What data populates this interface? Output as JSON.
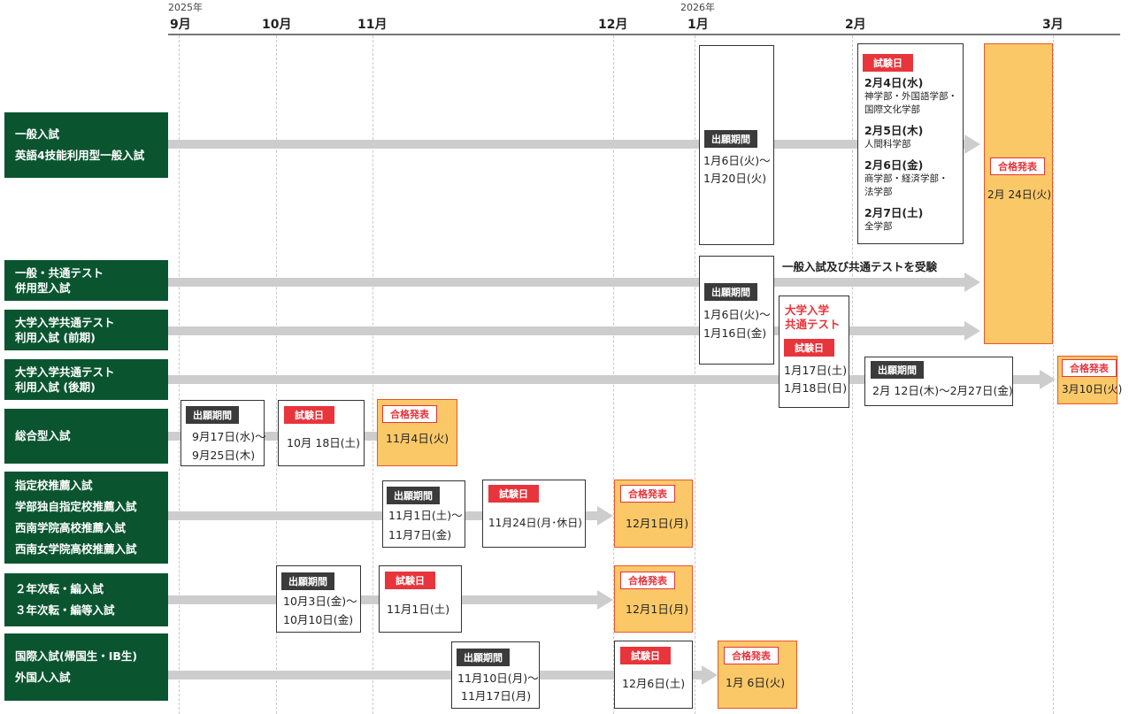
{
  "timeline": {
    "year_2025": "2025年",
    "year_2026": "2026年",
    "months": [
      "9月",
      "10月",
      "11月",
      "12月",
      "1月",
      "2月",
      "3月"
    ]
  },
  "rows": [
    {
      "lines": [
        "一般入試",
        "英語4技能利用型一般入試"
      ]
    },
    {
      "lines": [
        "一般・共通テスト",
        "併用型入試"
      ]
    },
    {
      "lines": [
        "大学入学共通テスト",
        "利用入試 (前期)"
      ]
    },
    {
      "lines": [
        "大学入学共通テスト",
        "利用入試 (後期)"
      ]
    },
    {
      "lines": [
        "総合型入試"
      ]
    },
    {
      "lines": [
        "指定校推薦入試",
        "学部独自指定校推薦入試",
        "西南学院高校推薦入試",
        "西南女学院高校推薦入試"
      ]
    },
    {
      "lines": [
        "２年次転・編入試",
        "３年次転・編等入試"
      ]
    },
    {
      "lines": [
        "国際入試(帰国生・IB生)",
        "外国人入試"
      ]
    }
  ],
  "labels": {
    "application_period": "出願期間",
    "exam_day": "試験日",
    "result": "合格発表"
  },
  "general": {
    "application": [
      "1月6日(火)〜",
      "1月20日(火)"
    ],
    "exams": [
      {
        "date": "2月4日(水)",
        "faculties": [
          "神学部・外国語学部・",
          "国際文化学部"
        ]
      },
      {
        "date": "2月5日(木)",
        "faculties": [
          "人間科学部"
        ]
      },
      {
        "date": "2月6日(金)",
        "faculties": [
          "商学部・経済学部・",
          "法学部"
        ]
      },
      {
        "date": "2月7日(土)",
        "faculties": [
          "全学部"
        ]
      }
    ],
    "result": "2月 24日(火)"
  },
  "combined_note": "一般入試及び共通テストを受験",
  "common_test_early": {
    "application": [
      "1月6日(火)〜",
      "1月16日(金)"
    ],
    "test_name": [
      "大学入学",
      "共通テスト"
    ],
    "exam": [
      "1月17日(土)",
      "1月18日(日)"
    ]
  },
  "common_test_late": {
    "application": "2月 12日(木)〜2月27日(金)",
    "result": "3月10日(火)"
  },
  "comprehensive": {
    "application": [
      "9月17日(水)〜",
      "9月25日(木)"
    ],
    "exam": "10月 18日(土)",
    "result": "11月4日(火)"
  },
  "designated": {
    "application": [
      "11月1日(土)〜",
      "11月7日(金)"
    ],
    "exam": "11月24日(月･休日)",
    "result": "12月1日(月)"
  },
  "transfer": {
    "application": [
      "10月3日(金)〜",
      "10月10日(金)"
    ],
    "exam": "11月1日(土)",
    "result": "12月1日(月)"
  },
  "international": {
    "application": [
      "11月10日(月)〜",
      "11月17日(月)"
    ],
    "exam": "12月6日(土)",
    "result": "1月 6日(火)"
  },
  "colors": {
    "green": "#0a5530",
    "red": "#e8343b",
    "orange": "#fbc868",
    "dark": "#3b3b3b"
  }
}
